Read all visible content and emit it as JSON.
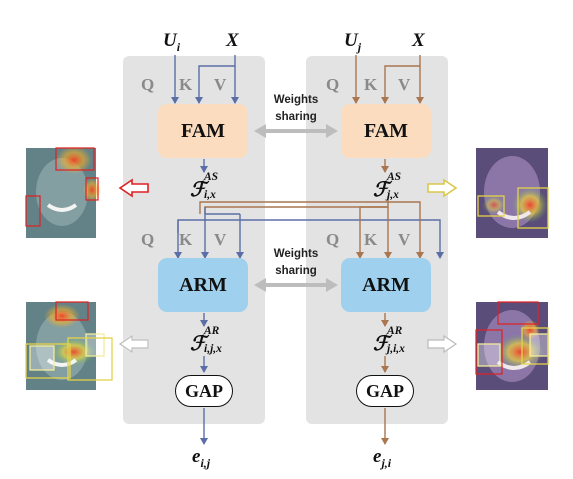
{
  "inputs": {
    "left_u": "U",
    "left_u_sub": "i",
    "left_x": "X",
    "right_u": "U",
    "right_u_sub": "j",
    "right_x": "X"
  },
  "qkv": {
    "q": "Q",
    "k": "K",
    "v": "V"
  },
  "modules": {
    "fam": "FAM",
    "arm": "ARM",
    "gap": "GAP"
  },
  "sharing": {
    "line1": "Weights",
    "line2": "sharing"
  },
  "features": {
    "left_as": {
      "symbol": "ℱ",
      "sup": "AS",
      "sub": "i,x"
    },
    "right_as": {
      "symbol": "ℱ",
      "sup": "AS",
      "sub": "j,x"
    },
    "left_ar": {
      "symbol": "ℱ",
      "sup": "AR",
      "sub": "i,j,x"
    },
    "right_ar": {
      "symbol": "ℱ",
      "sup": "AR",
      "sub": "j,i,x"
    }
  },
  "outputs": {
    "left": "e",
    "left_sub": "i,j",
    "right": "e",
    "right_sub": "j,i"
  },
  "colors": {
    "left_flow": "#5b6fa6",
    "right_flow": "#a9764f",
    "panel": "#e3e3e3",
    "arrow_red": "#e02020",
    "arrow_yellow": "#d8c84a"
  }
}
